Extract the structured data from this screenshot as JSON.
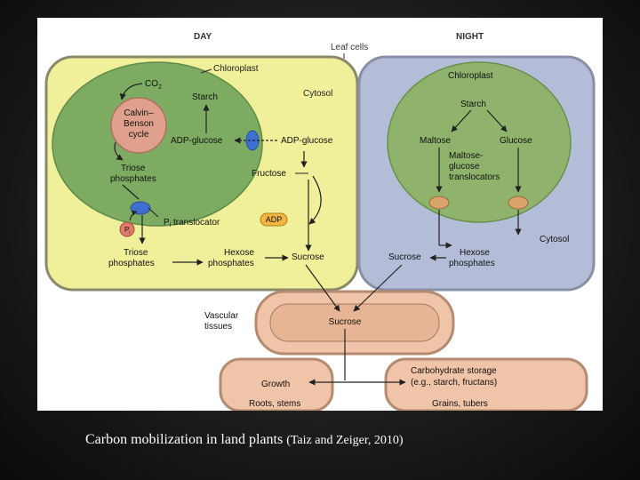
{
  "diagram": {
    "day_label": "DAY",
    "night_label": "NIGHT",
    "leaf_cells": "Leaf cells",
    "day": {
      "chloroplast": "Chloroplast",
      "cytosol": "Cytosol",
      "co2": "CO",
      "co2_sub": "2",
      "calvin_line1": "Calvin–",
      "calvin_line2": "Benson",
      "calvin_line3": "cycle",
      "starch": "Starch",
      "adp_glucose_in": "ADP-glucose",
      "adp_glucose_out": "ADP-glucose",
      "fructose": "Fructose",
      "triose_in_1": "Triose",
      "triose_in_2": "phosphates",
      "pi_translocator_p": "P",
      "pi_translocator_sub": "i",
      "pi_translocator_rest": " translocator",
      "pi_circle": "P",
      "pi_circle_sub": "i",
      "adp": "ADP",
      "triose_out_1": "Triose",
      "triose_out_2": "phosphates",
      "hexose_1": "Hexose",
      "hexose_2": "phosphates",
      "sucrose": "Sucrose"
    },
    "night": {
      "chloroplast": "Chloroplast",
      "cytosol": "Cytosol",
      "starch": "Starch",
      "maltose": "Maltose",
      "glucose": "Glucose",
      "translocators_1": "Maltose-",
      "translocators_2": "glucose",
      "translocators_3": "translocators",
      "sucrose": "Sucrose",
      "hexose_1": "Hexose",
      "hexose_2": "phosphates"
    },
    "vascular_1": "Vascular",
    "vascular_2": "tissues",
    "vascular_sucrose": "Sucrose",
    "growth": "Growth",
    "roots_stems": "Roots, stems",
    "storage_1": "Carbohydrate storage",
    "storage_2": "(e.g., starch, fructans)",
    "grains_tubers": "Grains, tubers"
  },
  "caption": {
    "main": "Carbon mobilization in land plants",
    "cite": "(Taiz and Zeiger, 2010)"
  },
  "colors": {
    "day_cell": "#f0ef9a",
    "night_cell": "#b4bdd8",
    "chloroplast": "#7dab62",
    "night_chloroplast": "#8fb36c",
    "calvin": "#e0a08e",
    "vascular": "#f0c4a8",
    "translocator_blue": "#3f6fd0",
    "adp_orange": "#f2b640",
    "translocator_tan": "#d9a46a"
  }
}
